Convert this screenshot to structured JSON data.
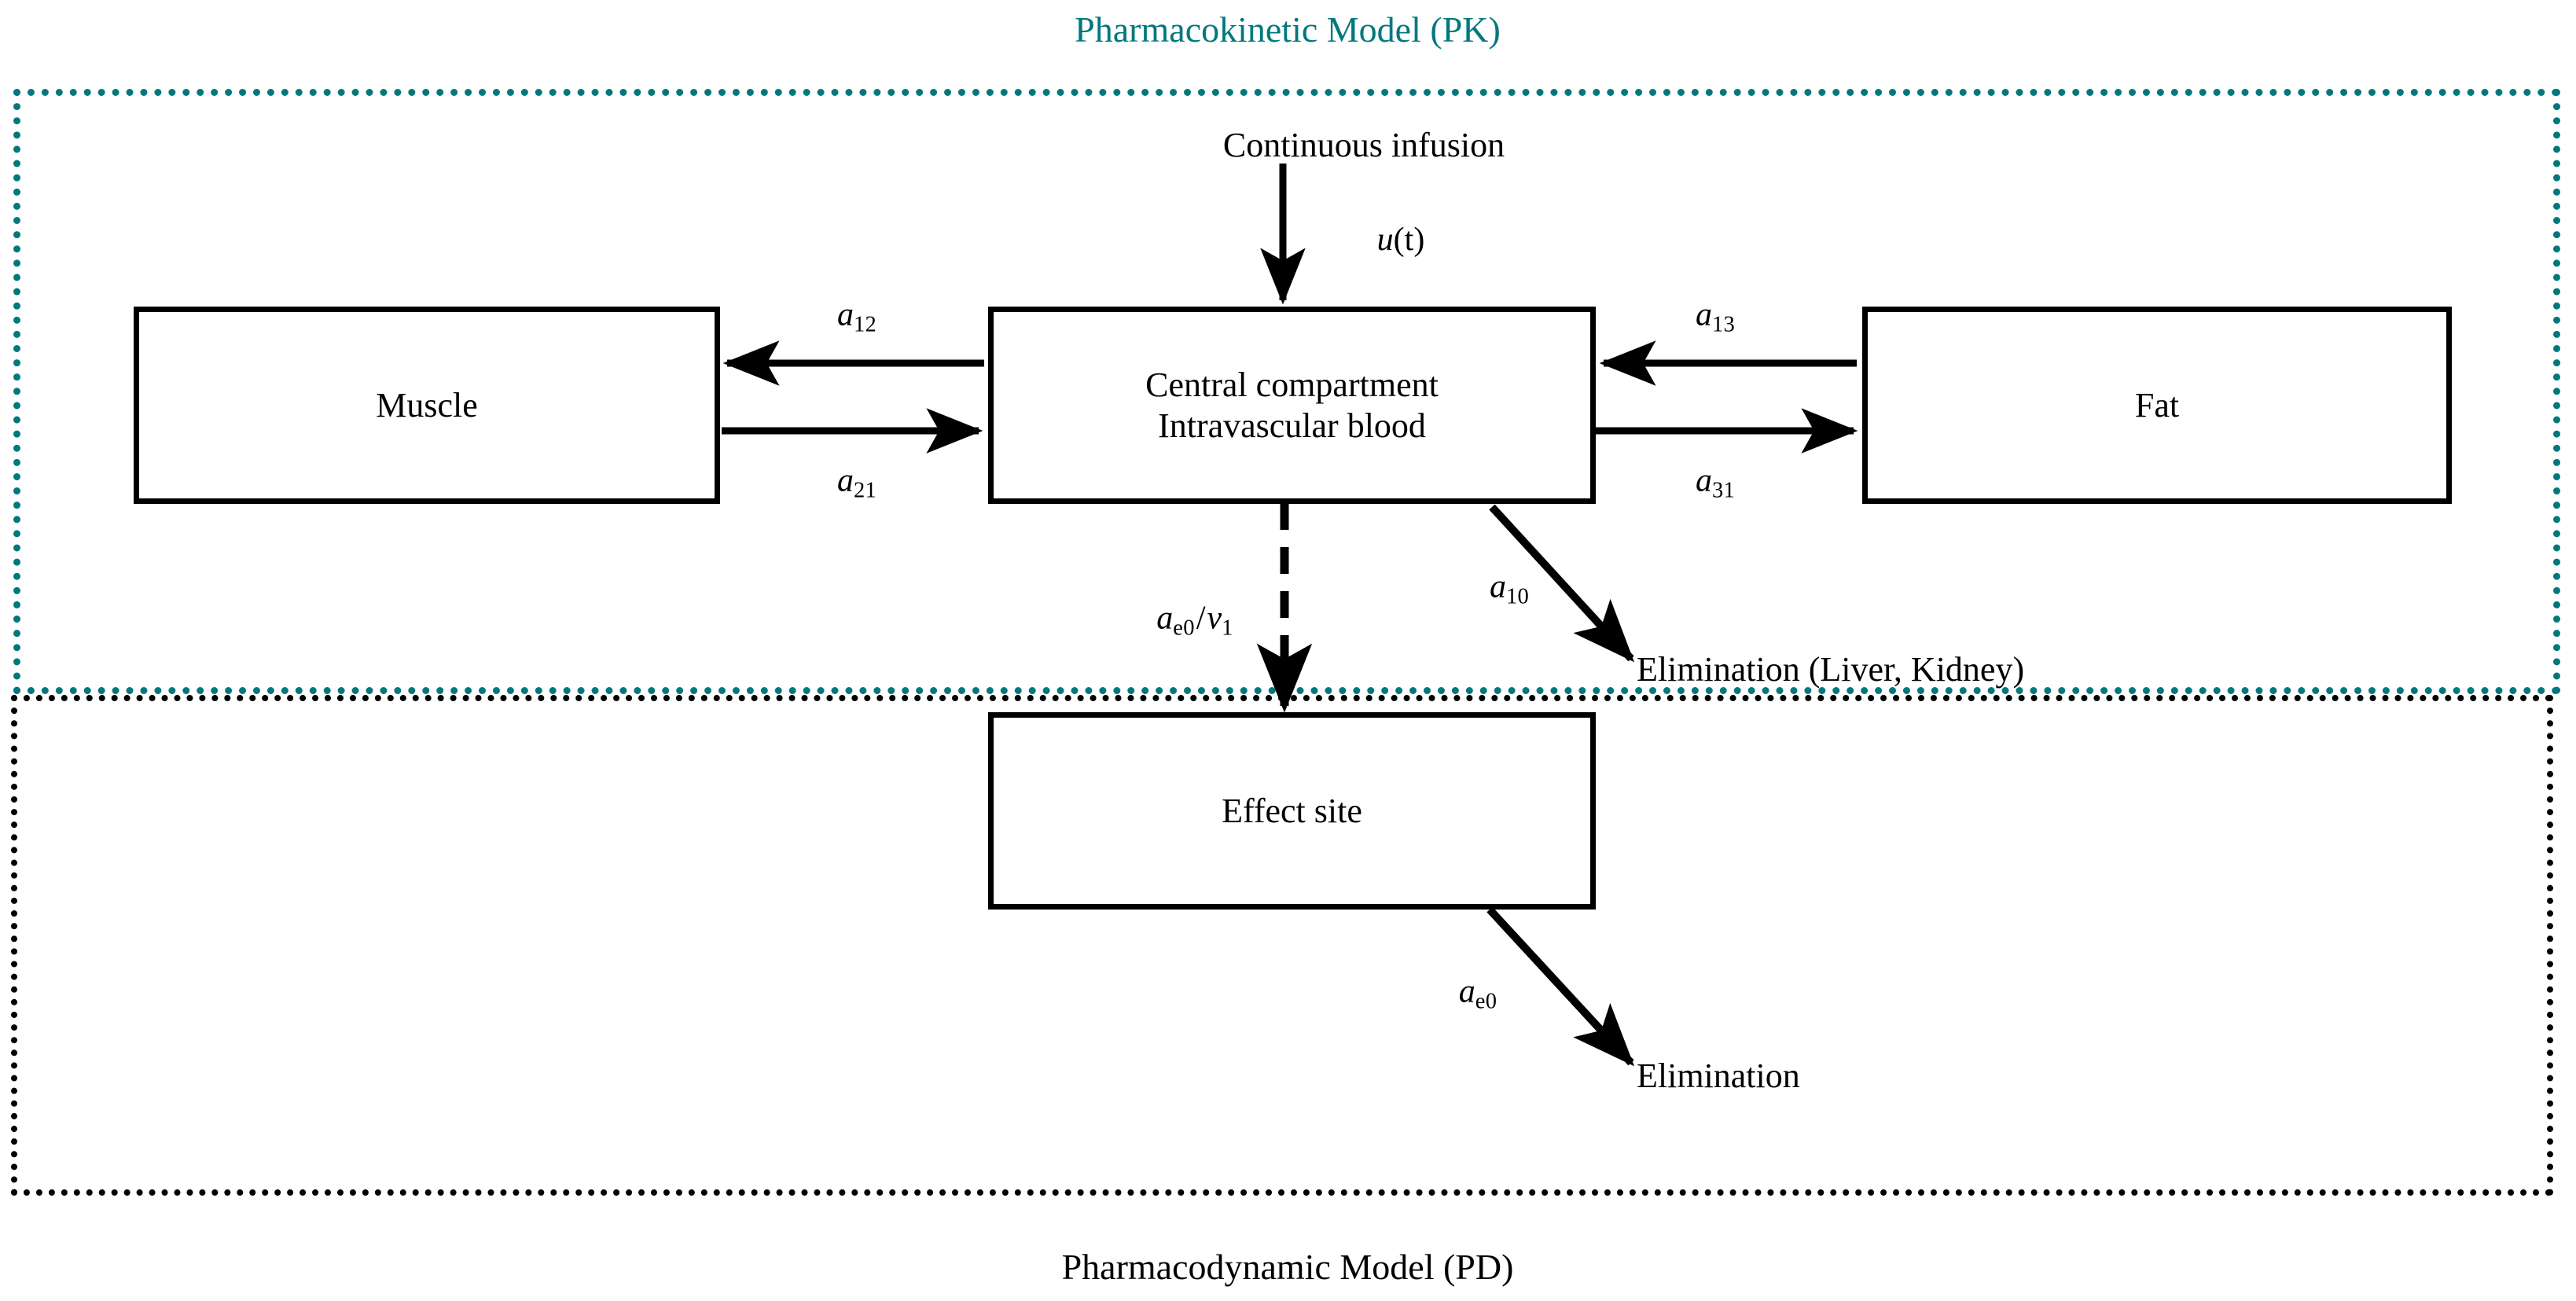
{
  "figure": {
    "kind": "pk-pd-compartment-model",
    "background_color": "#ffffff",
    "pk_accent_color": "#00787e",
    "line_color": "#000000"
  },
  "titles": {
    "pk": "Pharmacokinetic Model (PK)",
    "pd": "Pharmacodynamic Model (PD)"
  },
  "compartments": {
    "muscle": {
      "label": "Muscle"
    },
    "central": {
      "line1": "Central compartment",
      "line2": "Intravascular blood"
    },
    "fat": {
      "label": "Fat"
    },
    "effect_site": {
      "label": "Effect site"
    }
  },
  "nodes": {
    "infusion": {
      "label": "Continuous infusion"
    },
    "elimination_pk": {
      "label": "Elimination (Liver, Kidney)"
    },
    "elimination_pd": {
      "label": "Elimination"
    }
  },
  "rates": {
    "input": {
      "base": "u",
      "paren": "(t)"
    },
    "a12": {
      "base": "a",
      "sub": "12"
    },
    "a21": {
      "base": "a",
      "sub": "21"
    },
    "a13": {
      "base": "a",
      "sub": "13"
    },
    "a31": {
      "base": "a",
      "sub": "31"
    },
    "a10": {
      "base": "a",
      "sub": "10"
    },
    "ae0_over_v1": {
      "base": "a",
      "sub": "e0",
      "slash": "/",
      "den_base": "v",
      "den_sub": "1"
    },
    "ae0": {
      "base": "a",
      "sub": "e0"
    }
  },
  "edges": [
    {
      "id": "infusion-to-central",
      "from": "Continuous infusion",
      "to": "Central compartment",
      "label": "u(t)",
      "style": "solid",
      "direction": "down"
    },
    {
      "id": "central-to-muscle",
      "from": "Central compartment",
      "to": "Muscle",
      "label": "a12",
      "style": "solid",
      "direction": "left"
    },
    {
      "id": "muscle-to-central",
      "from": "Muscle",
      "to": "Central compartment",
      "label": "a21",
      "style": "solid",
      "direction": "right"
    },
    {
      "id": "fat-to-central",
      "from": "Fat",
      "to": "Central compartment",
      "label": "a13",
      "style": "solid",
      "direction": "left"
    },
    {
      "id": "central-to-fat",
      "from": "Central compartment",
      "to": "Fat",
      "label": "a31",
      "style": "solid",
      "direction": "right"
    },
    {
      "id": "central-to-elimination",
      "from": "Central compartment",
      "to": "Elimination (Liver, Kidney)",
      "label": "a10",
      "style": "solid",
      "direction": "down-right"
    },
    {
      "id": "central-to-effect-site",
      "from": "Central compartment",
      "to": "Effect site",
      "label": "ae0/v1",
      "style": "dashed",
      "direction": "down"
    },
    {
      "id": "effect-site-to-elimination",
      "from": "Effect site",
      "to": "Elimination",
      "label": "ae0",
      "style": "solid",
      "direction": "down-right"
    }
  ]
}
